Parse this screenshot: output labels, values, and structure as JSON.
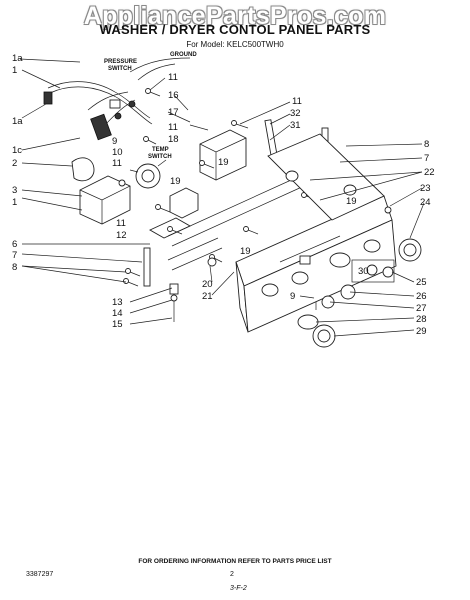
{
  "watermark": "AppliancePartsPros.com",
  "title": "WASHER / DRYER CONTOL PANEL PARTS",
  "model": "For Model: KELC500TWH0",
  "footnote": "FOR ORDERING INFORMATION REFER TO PARTS PRICE LIST",
  "doc_number": "3387297",
  "page_number": "2",
  "page_code": "3-F-2",
  "labels": {
    "pressure_switch": [
      "PRESSURE",
      "SWITCH"
    ],
    "ground": "GROUND",
    "temp_switch": [
      "TEMP",
      "SWITCH"
    ]
  },
  "callouts": [
    "1a",
    "1",
    "1a",
    "1c",
    "2",
    "3",
    "1",
    "11",
    "16",
    "17",
    "11",
    "18",
    "9",
    "10",
    "11",
    "19",
    "19",
    "11",
    "12",
    "11",
    "32",
    "31",
    "8",
    "7",
    "22",
    "23",
    "24",
    "19",
    "6",
    "7",
    "8",
    "13",
    "14",
    "15",
    "20",
    "21",
    "19",
    "9",
    "30",
    "25",
    "26",
    "27",
    "28",
    "29"
  ]
}
